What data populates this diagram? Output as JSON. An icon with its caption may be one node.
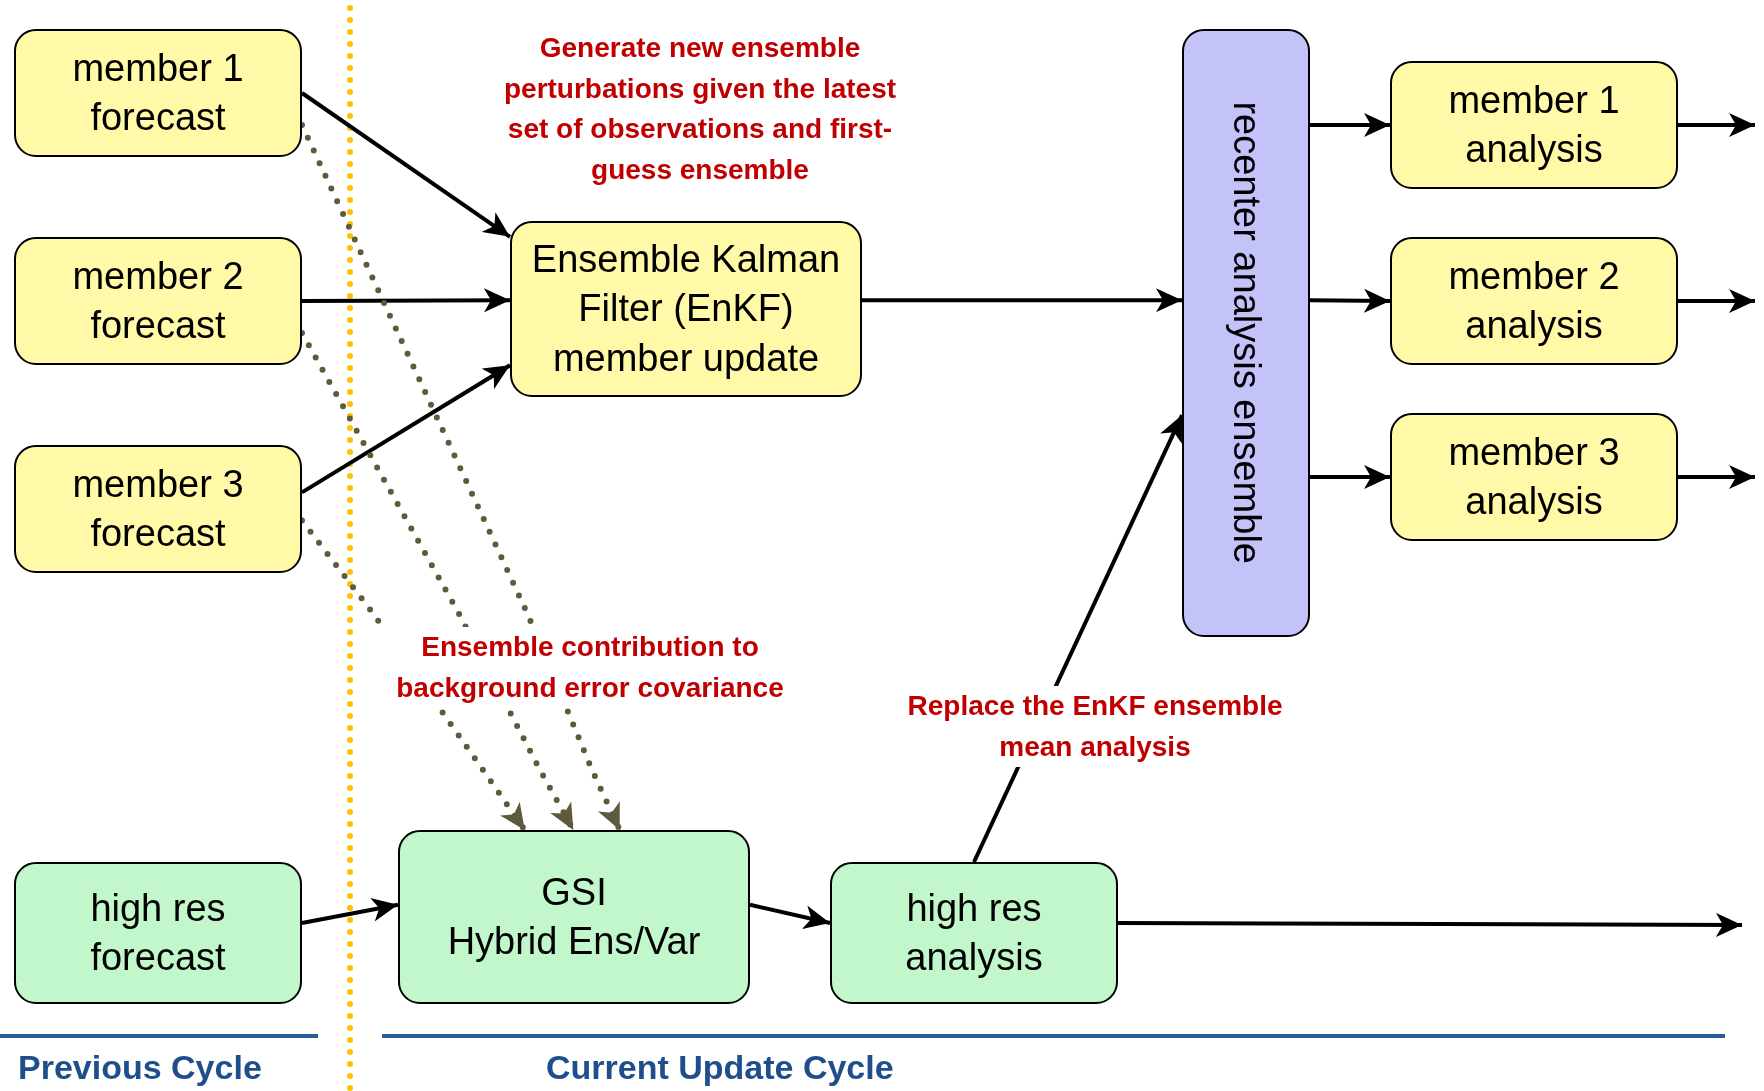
{
  "diagram": {
    "nodes": [
      {
        "text": [
          "member 1 forecast"
        ]
      },
      {
        "text": [
          "member 2 forecast"
        ]
      },
      {
        "text": [
          "member 3 forecast"
        ]
      },
      {
        "text": [
          "Ensemble Kalman Filter (EnKF) member update"
        ]
      },
      {
        "text": [
          "recenter analysis ensemble"
        ]
      },
      {
        "text": [
          "member 1 analysis"
        ]
      },
      {
        "text": [
          "member 2 analysis"
        ]
      },
      {
        "text": [
          "member 3 analysis"
        ]
      },
      {
        "text": [
          "high res forecast"
        ]
      },
      {
        "text": [
          "GSI",
          "Hybrid Ens/Var"
        ]
      },
      {
        "text": [
          "high res analysis"
        ]
      }
    ],
    "edges": [
      {
        "from": 0,
        "to": 3,
        "arrow": "to"
      },
      {
        "from": 1,
        "to": 3,
        "arrow": "to"
      },
      {
        "from": 2,
        "to": 3,
        "arrow": "to"
      },
      {
        "from": 3,
        "to": 4,
        "arrow": "to"
      },
      {
        "from": 4,
        "to": 5,
        "arrow": "to"
      },
      {
        "from": 4,
        "to": 6,
        "arrow": "to"
      },
      {
        "from": 4,
        "to": 7,
        "arrow": "to"
      },
      {
        "from": 5,
        "to": null,
        "arrow": "to"
      },
      {
        "from": 6,
        "to": null,
        "arrow": "to"
      },
      {
        "from": 7,
        "to": null,
        "arrow": "to"
      },
      {
        "from": 0,
        "to": 9,
        "arrow": "to",
        "style": "dashed",
        "color": "#5f5a3c"
      },
      {
        "from": 1,
        "to": 9,
        "arrow": "to",
        "style": "dashed",
        "color": "#5f5a3c"
      },
      {
        "from": 2,
        "to": 9,
        "arrow": "to",
        "style": "dashed",
        "color": "#5f5a3c"
      },
      {
        "from": 8,
        "to": 9,
        "arrow": "to"
      },
      {
        "from": 9,
        "to": 10,
        "arrow": "to"
      },
      {
        "from": 10,
        "to": null,
        "arrow": "to"
      },
      {
        "from": 10,
        "to": 4,
        "label": "Replace the EnKF ensemble mean analysis",
        "arrow": "to"
      }
    ],
    "labels": [
      "Generate new ensemble perturbations given the latest set of observations and first-guess ensemble",
      "Ensemble contribution to background error covariance",
      "Previous Cycle",
      "Current Update Cycle"
    ]
  }
}
